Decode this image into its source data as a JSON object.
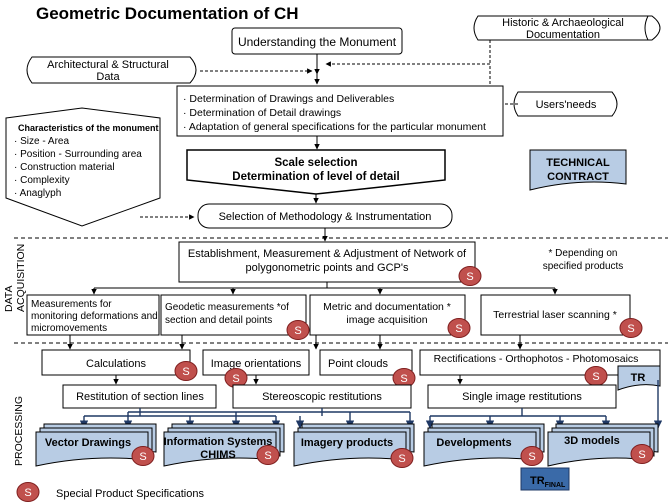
{
  "title": "Geometric Documentation of CH",
  "sections": {
    "data_acquisition": "DATA ACQUISITION",
    "processing": "PROCESSING"
  },
  "boxes": {
    "understanding": "Understanding the Monument",
    "historic": [
      "Historic & Archaeological",
      "Documentation"
    ],
    "arch_data": [
      "Architectural & Structural",
      "Data"
    ],
    "users_needs": "Users'needs",
    "determination": [
      "Determination of Drawings and Deliverables",
      "Determination of Detail drawings",
      "Adaptation of general specifications for the particular monument"
    ],
    "characteristics_title": "Characteristics of the monument",
    "characteristics_items": [
      "Size - Area",
      "Position - Surrounding area",
      "Construction material",
      "Complexity",
      "Anaglyph"
    ],
    "scale": [
      "Scale selection",
      "Determination of level of detail"
    ],
    "technical_contract": [
      "TECHNICAL",
      "CONTRACT"
    ],
    "methodology": "Selection of Methodology & Instrumentation",
    "network": [
      "Establishment, Measurement & Adjustment of Network of",
      "polygonometric points and GCP's"
    ],
    "depending": [
      "* Depending on",
      "specified products"
    ],
    "measurements": [
      "Measurements for",
      "monitoring deformations and",
      "micromovements"
    ],
    "geodetic": [
      "Geodetic measurements *of",
      "section and detail points"
    ],
    "metric": [
      "Metric and documentation *",
      "image acquisition"
    ],
    "laser": "Terrestrial laser scanning *",
    "calculations": "Calculations",
    "image_orientations": "Image orientations",
    "point_clouds": "Point clouds",
    "rectifications": "Rectifications - Orthophotos - Photomosaics",
    "tr": "TR",
    "restitution_sections": "Restitution of section lines",
    "stereoscopic": "Stereoscopic restitutions",
    "single_image": "Single image restitutions",
    "vector_drawings": "Vector Drawings",
    "info_systems": [
      "Information Systems",
      "CHIMS"
    ],
    "imagery_products": "Imagery products",
    "developments": "Developments",
    "models_3d": "3D models",
    "tr_final_main": "TR",
    "tr_final_sub": "FINAL"
  },
  "badge_letter": "S",
  "legend": "Special Product Specifications",
  "colors": {
    "badge_fill": "#c0504d",
    "badge_stroke": "#7f1f1f",
    "blue_doc": "#b8cce4",
    "navy_tr": "#3a6aa8"
  }
}
